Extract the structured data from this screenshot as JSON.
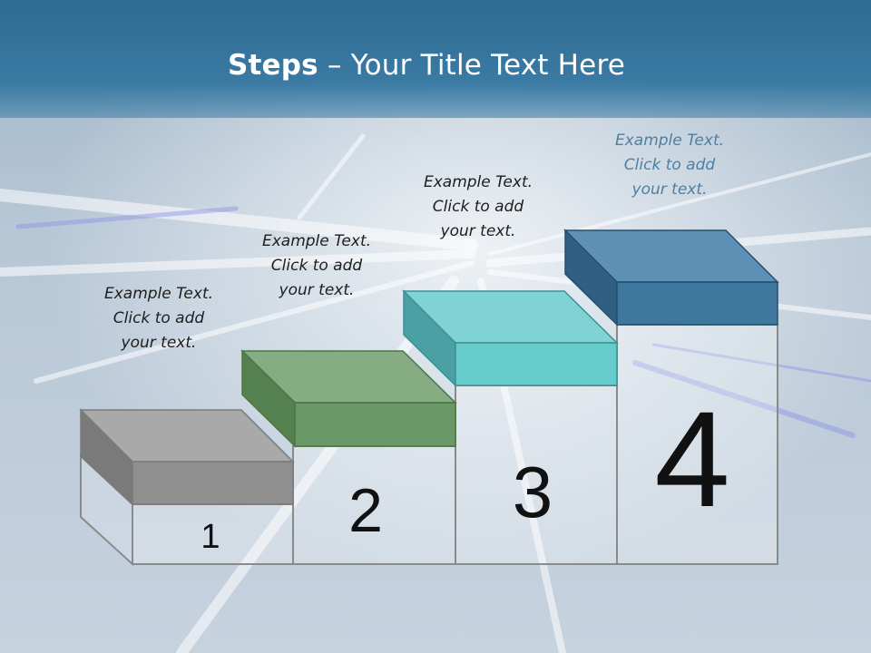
{
  "slide": {
    "title_bold": "Steps",
    "title_rest": " – Your Title Text Here"
  },
  "steps": [
    {
      "number": "1",
      "line1": "Example Text.",
      "line2": "Click  to add",
      "line3": "your text.",
      "top_color": "#a9a9a9",
      "front_color": "#8f8f8f",
      "side_color": "#7a7a7a"
    },
    {
      "number": "2",
      "line1": "Example Text.",
      "line2": "Click  to add",
      "line3": "your text.",
      "top_color": "#86ac82",
      "front_color": "#6a9866",
      "side_color": "#55804f"
    },
    {
      "number": "3",
      "line1": "Example Text.",
      "line2": "Click  to add",
      "line3": "your text.",
      "top_color": "#7fd3d4",
      "front_color": "#65cbcb",
      "side_color": "#4ba0a4"
    },
    {
      "number": "4",
      "line1": "Example Text.",
      "line2": "Click  to add",
      "line3": "your text.",
      "top_color": "#5e8fb4",
      "front_color": "#3f779f",
      "side_color": "#2f5f82"
    }
  ]
}
